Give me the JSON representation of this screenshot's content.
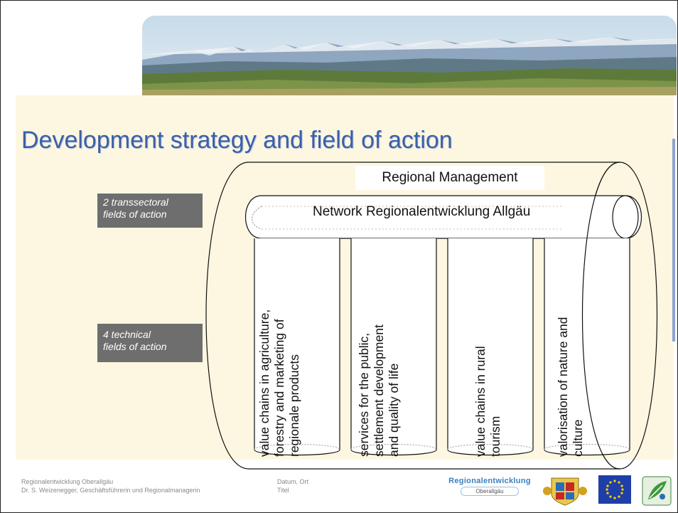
{
  "slide": {
    "title": "Development strategy and field of action",
    "side_labels": [
      {
        "line1": "2 transsectoral",
        "line2": "fields of action"
      },
      {
        "line1": "4 technical",
        "line2": "fields of action"
      }
    ],
    "regional_management": "Regional Management",
    "network": "Network Regionalentwicklung Allgäu",
    "columns": [
      {
        "lines": [
          "value chains in agriculture,",
          "forestry and marketing of",
          "regionale products"
        ]
      },
      {
        "lines": [
          "services for the public,",
          "settlement development",
          "and quality of life"
        ]
      },
      {
        "lines": [
          "value chains in  rural",
          "tourism"
        ]
      },
      {
        "lines": [
          "valorisation of nature and",
          "culture"
        ]
      }
    ]
  },
  "footer": {
    "org_line1": "Regionalentwicklung Oberallgäu",
    "org_line2": "Dr. S. Weizenegger, Geschäftsführerin und Regionalmanagerin",
    "meta_line1": "Datum, Ort",
    "meta_line2": "Titel",
    "logo_title": "Regionalentwicklung",
    "logo_subtitle": "Oberallgäu"
  },
  "icons": [
    "landscape-banner",
    "bavaria-coat-of-arms-icon",
    "eu-flag-icon",
    "leader-logo-icon"
  ]
}
